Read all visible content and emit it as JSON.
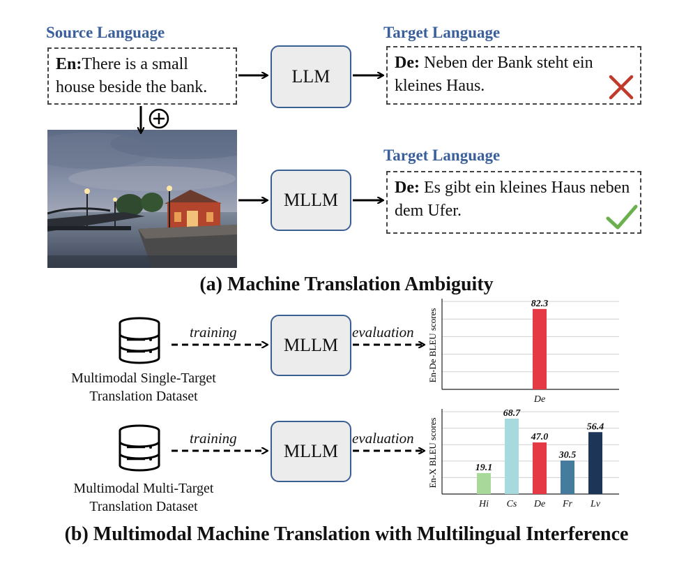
{
  "part_a": {
    "source_heading": "Source Language",
    "target_heading_top": "Target Language",
    "target_heading_bottom": "Target Language",
    "source_prefix": "En:",
    "source_text": "There is a small house beside the bank.",
    "llm_label": "LLM",
    "mllm_label": "MLLM",
    "llm_output_prefix": "De:",
    "llm_output_text": "Neben der Bank steht ein kleines Haus.",
    "mllm_output_prefix": "De:",
    "mllm_output_text": "Es gibt ein kleines Haus neben dem Ufer.",
    "caption": "(a) Machine Translation Ambiguity"
  },
  "part_b": {
    "row1": {
      "dataset_label_line1": "Multimodal Single-Target",
      "dataset_label_line2": "Translation Dataset",
      "training_label": "training",
      "model_label": "MLLM",
      "evaluation_label": "evaluation"
    },
    "row2": {
      "dataset_label_line1": "Multimodal Multi-Target",
      "dataset_label_line2": "Translation Dataset",
      "training_label": "training",
      "model_label": "MLLM",
      "evaluation_label": "evaluation"
    },
    "caption": "(b) Multimodal Machine Translation with Multilingual Interference"
  },
  "chart_data": [
    {
      "type": "bar",
      "ylabel": "En-De BLEU scores",
      "categories": [
        "De"
      ],
      "values": [
        82.3
      ],
      "value_labels": [
        "82.3"
      ],
      "colors": [
        "#e63946"
      ],
      "ylim": [
        0,
        90
      ],
      "grid": true
    },
    {
      "type": "bar",
      "ylabel": "En-X BLEU scores",
      "categories": [
        "Hi",
        "Cs",
        "De",
        "Fr",
        "Lv"
      ],
      "values": [
        19.1,
        68.7,
        47.0,
        30.5,
        56.4
      ],
      "value_labels": [
        "19.1",
        "68.7",
        "47.0",
        "30.5",
        "56.4"
      ],
      "colors": [
        "#a8d89a",
        "#a6dadc",
        "#e63946",
        "#457b9d",
        "#1d3557"
      ],
      "ylim": [
        0,
        75
      ],
      "grid": true
    }
  ],
  "colors": {
    "heading_blue": "#3a5f9a",
    "model_border": "#3b5f95",
    "model_fill": "#ececec",
    "cross_red": "#c0392b",
    "check_green": "#6ab04c"
  },
  "icons": {
    "plus": "circled-plus-icon",
    "wrong": "red-cross-icon",
    "right": "green-check-icon",
    "database": "database-icon",
    "photo": "harbor-photo"
  }
}
